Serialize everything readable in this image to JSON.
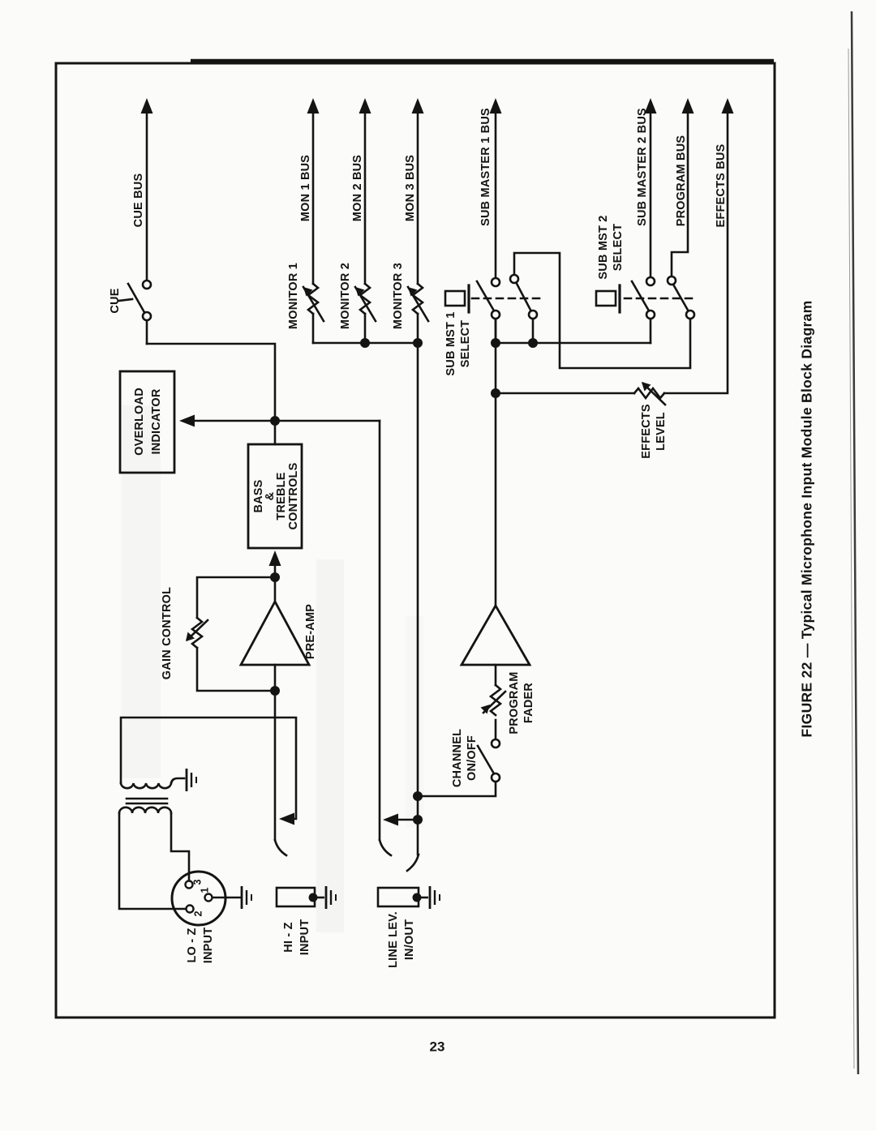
{
  "page": {
    "number": "23"
  },
  "caption": "FIGURE 22 — Typical Microphone Input Module Block Diagram",
  "colors": {
    "ink": "#141414",
    "paper": "#fbfbfa"
  },
  "buses": {
    "cue": "CUE BUS",
    "mon1": "MON 1 BUS",
    "mon2": "MON 2 BUS",
    "mon3": "MON 3 BUS",
    "sub1": "SUB MASTER 1 BUS",
    "sub2": "SUB MASTER 2 BUS",
    "program": "PROGRAM BUS",
    "effects": "EFFECTS BUS"
  },
  "switches": {
    "cue": "CUE",
    "channel": [
      "CHANNEL",
      "ON/OFF"
    ],
    "sub1": [
      "SUB MST 1",
      "SELECT"
    ],
    "sub2": [
      "SUB MST 2",
      "SELECT"
    ]
  },
  "pots": {
    "monitor1": "MONITOR 1",
    "monitor2": "MONITOR 2",
    "monitor3": "MONITOR 3",
    "gain": "GAIN CONTROL",
    "fader": [
      "PROGRAM",
      "FADER"
    ],
    "effects": [
      "EFFECTS",
      "LEVEL"
    ]
  },
  "blocks": {
    "overload": [
      "OVERLOAD",
      "INDICATOR"
    ],
    "tone": [
      "BASS",
      "&",
      "TREBLE",
      "CONTROLS"
    ],
    "preamp": "PRE-AMP"
  },
  "inputs": {
    "loz": [
      "LO - Z",
      "INPUT"
    ],
    "hiz": [
      "HI - Z",
      "INPUT"
    ],
    "line": [
      "LINE LEV.",
      "IN/OUT"
    ],
    "xlr_pins": {
      "p3": "3",
      "p1": "1",
      "p2": "2"
    }
  }
}
